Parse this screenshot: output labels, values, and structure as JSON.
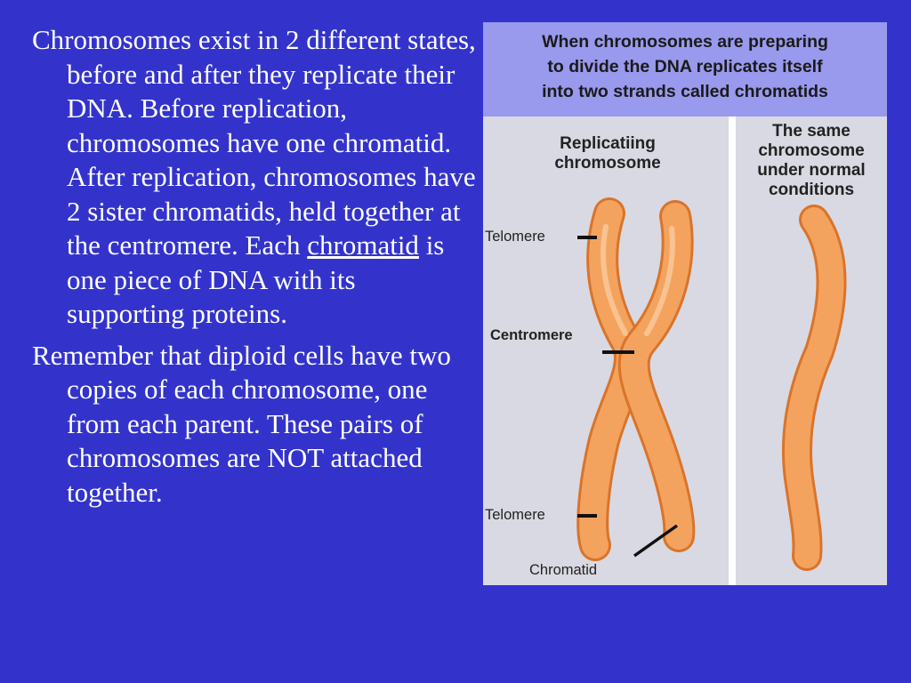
{
  "text": {
    "para1_before": "Chromosomes exist in 2 different states, before and after they replicate their DNA.  Before replication, chromosomes have one chromatid.  After replication, chromosomes have 2 sister chromatids, held together at the centromere.  Each ",
    "para1_link": "chromatid",
    "para1_after": " is one piece of DNA with its supporting proteins.",
    "para2": "Remember that diploid cells have two copies of each chromosome, one from each parent.  These pairs of chromosomes are NOT attached together."
  },
  "figure": {
    "caption_lines": [
      "When chromosomes are preparing",
      "to divide the DNA replicates itself",
      "into two strands called chromatids"
    ],
    "left_heading": "Replicatiing chromosome",
    "right_heading": "The same chromosome under normal conditions",
    "labels": {
      "telomere_top": "Telomere",
      "centromere": "Centromere",
      "telomere_bottom": "Telomere",
      "chromatid": "Chromatid"
    },
    "colors": {
      "chromosome_fill": "#f4a35e",
      "chromosome_outline": "#d9742a",
      "caption_bg": "#9999ee",
      "panel_bg": "#d9d9e3",
      "slide_bg": "#3333cc"
    }
  }
}
